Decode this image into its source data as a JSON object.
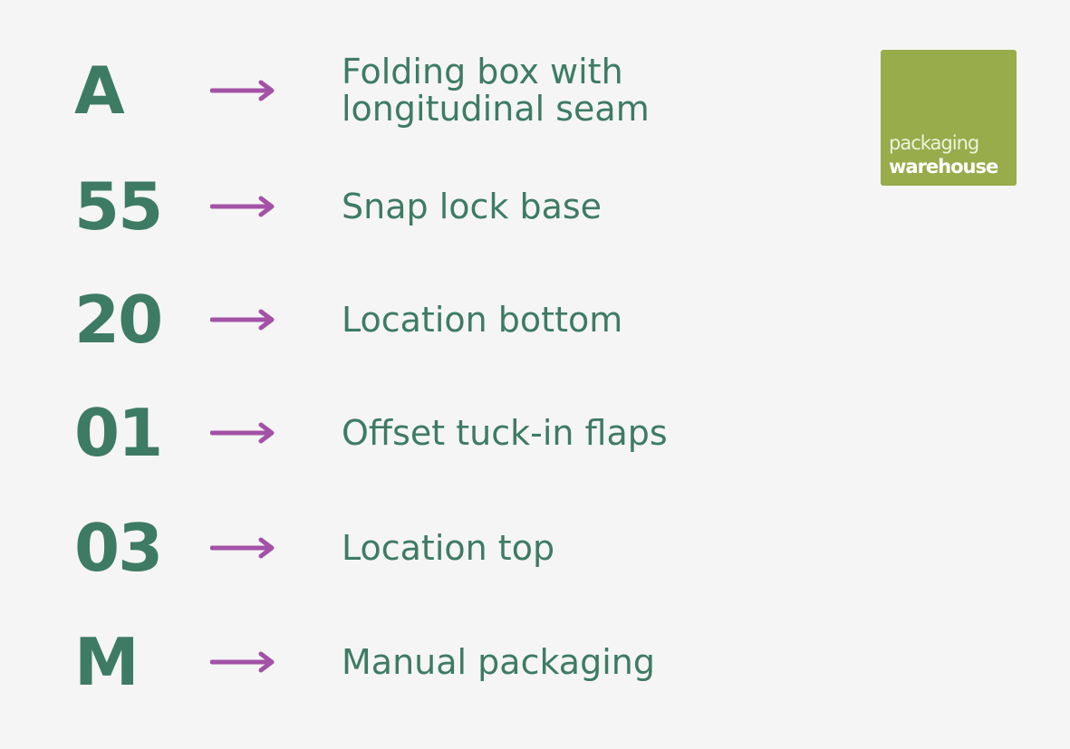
{
  "colors": {
    "background": "#f5f5f5",
    "text": "#3e7b64",
    "arrow": "#a352a6",
    "logo_background": "#98ac4b"
  },
  "rows": [
    {
      "code": "A",
      "description": "Folding box with\nlongitudinal seam"
    },
    {
      "code": "55",
      "description": "Snap lock base"
    },
    {
      "code": "20",
      "description": "Location bottom"
    },
    {
      "code": "01",
      "description": "Offset tuck-in flaps"
    },
    {
      "code": "03",
      "description": "Location top"
    },
    {
      "code": "M",
      "description": "Manual packaging"
    }
  ],
  "logo": {
    "line1": "packaging",
    "line2": "warehouse"
  }
}
